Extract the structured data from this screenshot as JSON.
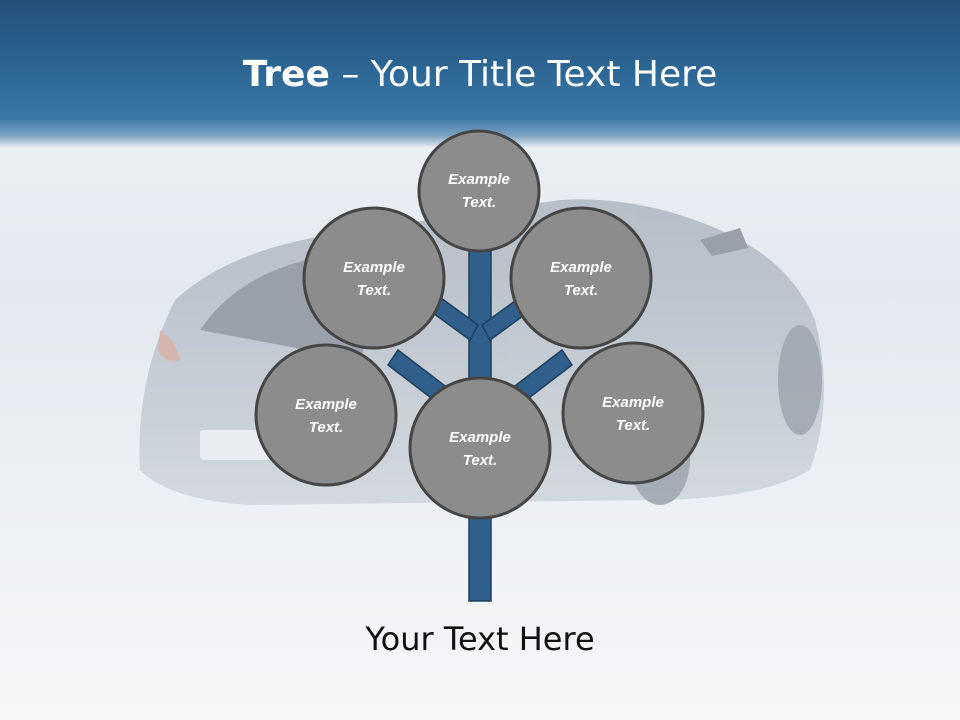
{
  "title": {
    "bold": "Tree",
    "rest": " – Your Title Text Here"
  },
  "nodes": [
    {
      "label": "Example Text."
    },
    {
      "label": "Example Text."
    },
    {
      "label": "Example Text."
    },
    {
      "label": "Example Text."
    },
    {
      "label": "Example Text."
    },
    {
      "label": "Example Text."
    }
  ],
  "footer": "Your Text Here",
  "colors": {
    "header": "#2c6592",
    "trunk": "#2f5f8a",
    "node_fill": "#8c8c8c",
    "node_border": "#444444"
  }
}
